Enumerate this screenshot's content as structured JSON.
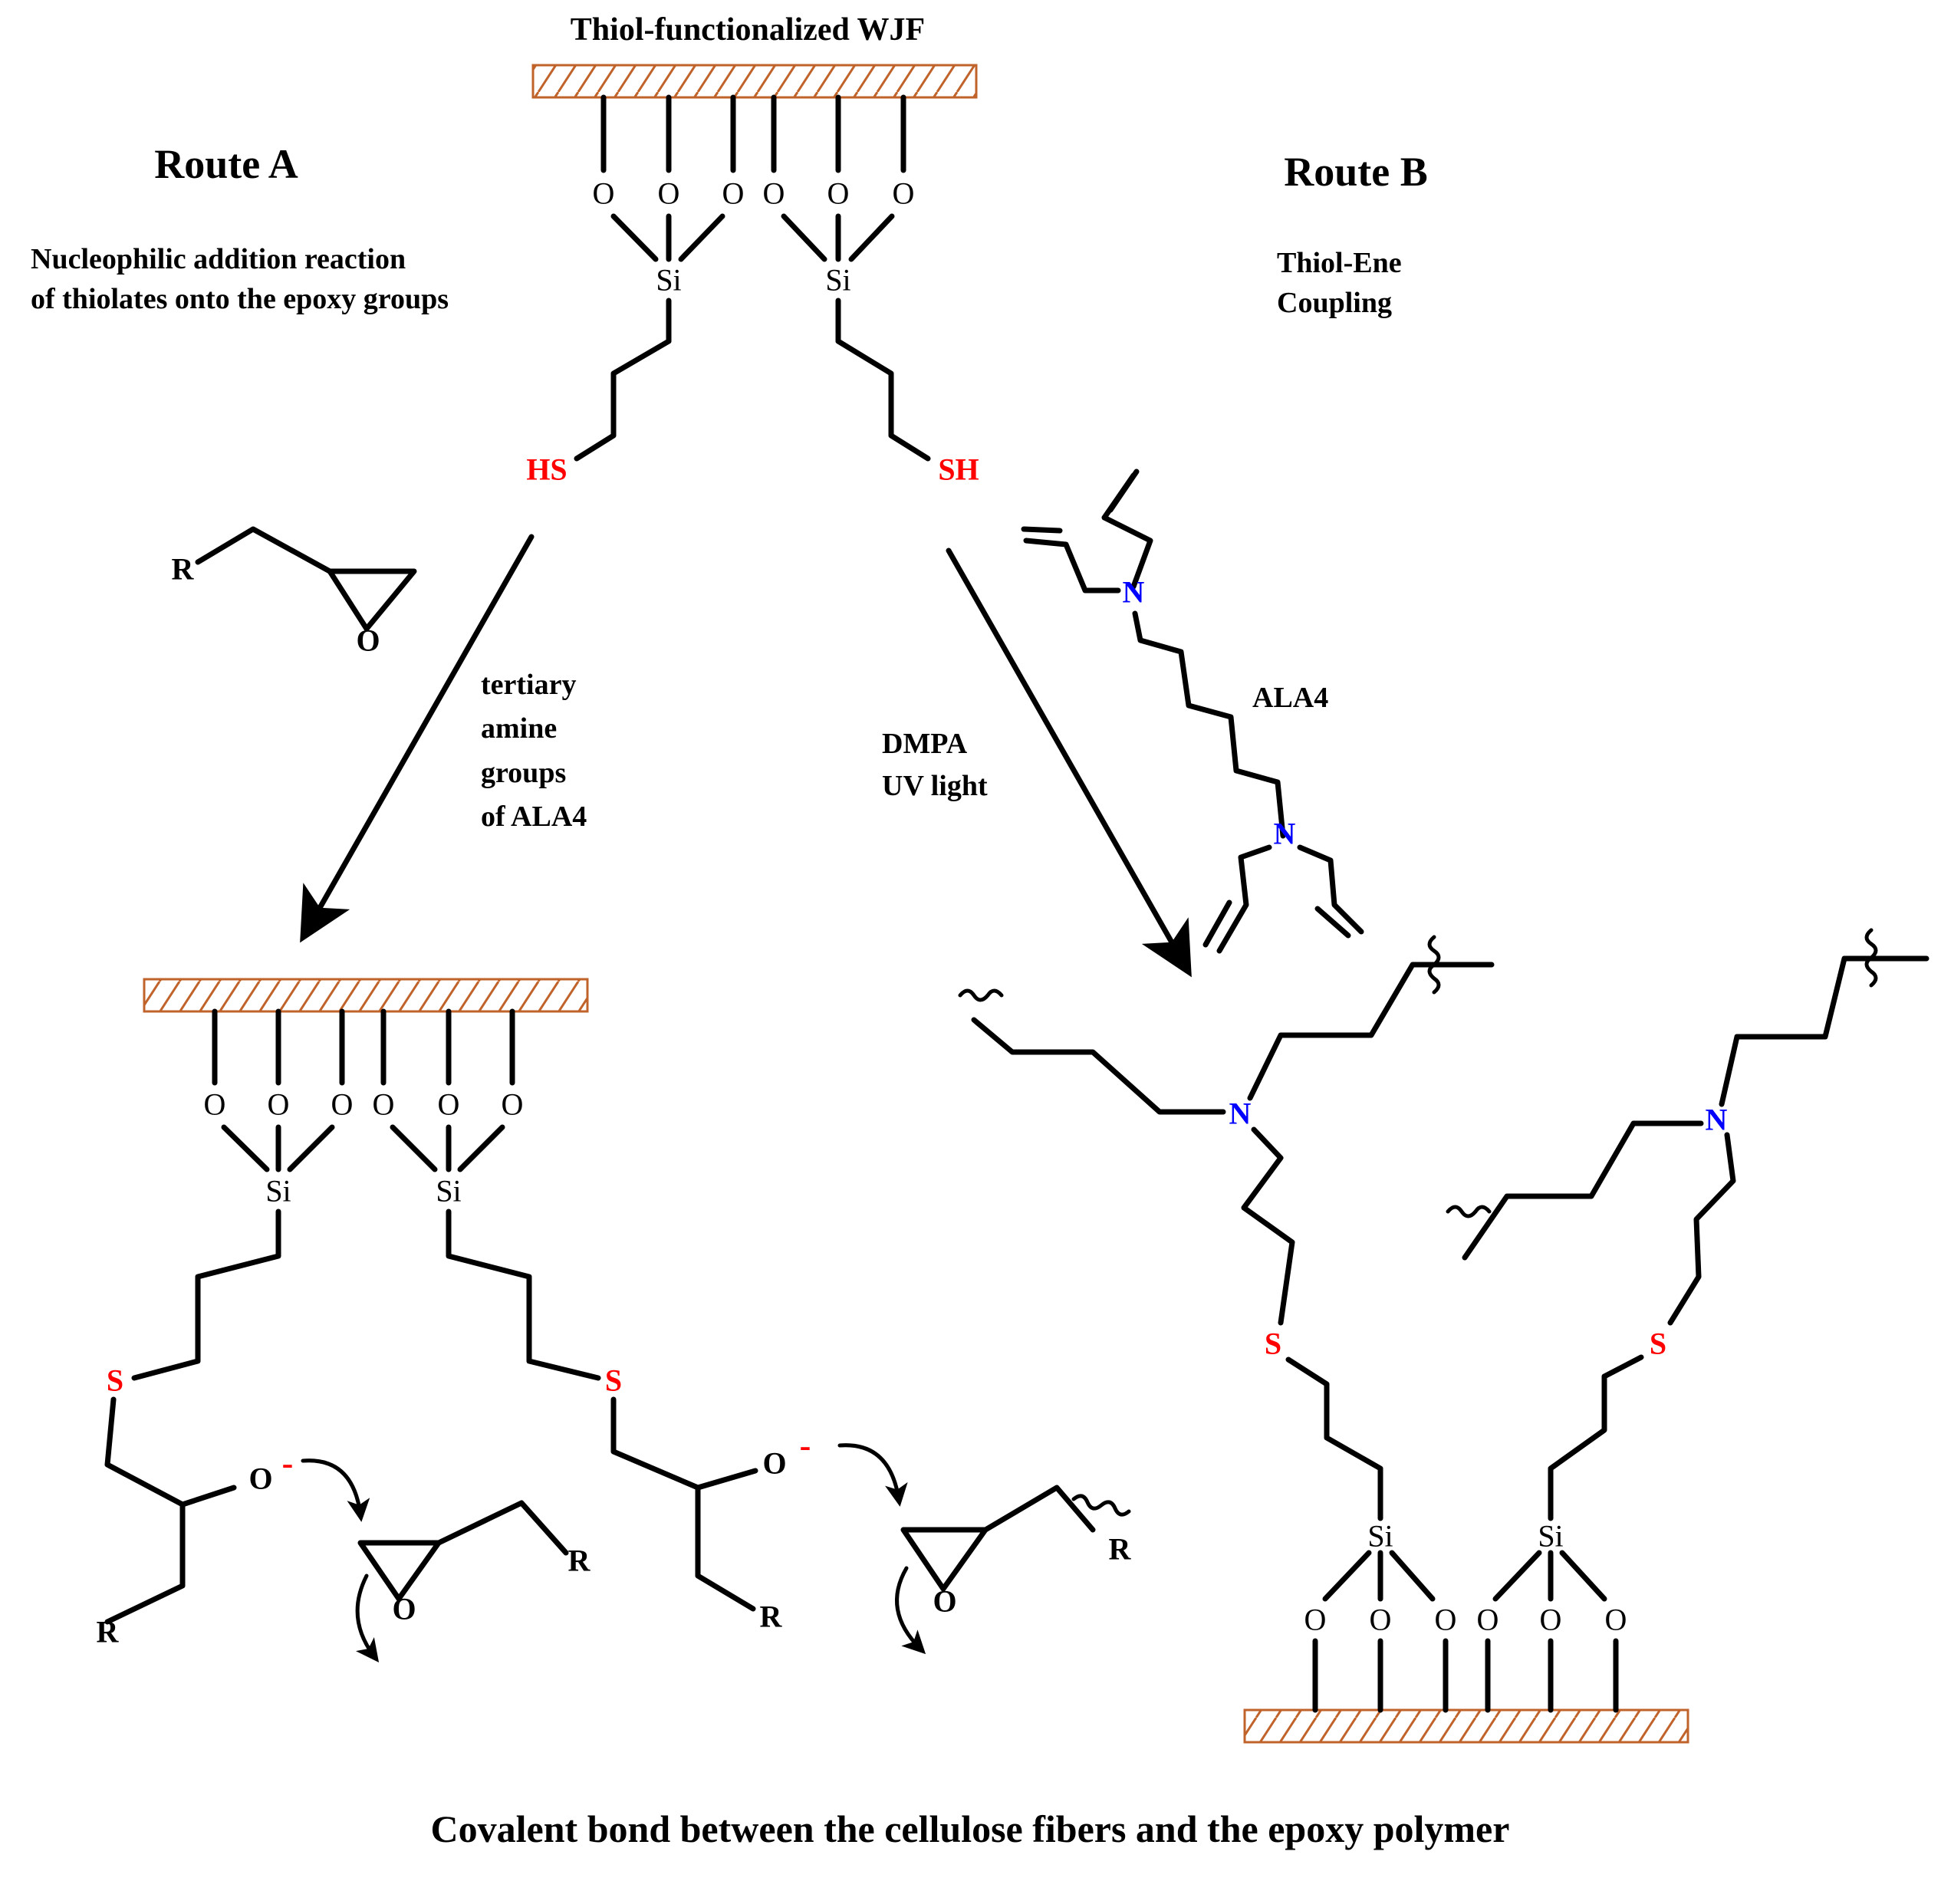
{
  "top": {
    "title": "Thiol-functionalized WJF"
  },
  "route_a": {
    "title": "Route A",
    "description_line1": "Nucleophilic addition reaction",
    "description_line2": "of thiolates onto the epoxy groups",
    "conditions": [
      "tertiary",
      "amine",
      "groups",
      "of ALA4"
    ]
  },
  "route_b": {
    "title": "Route B",
    "description_line1": "Thiol-Ene",
    "description_line2": "Coupling",
    "conditions": [
      "DMPA",
      "UV light"
    ],
    "reagent_label": "ALA4"
  },
  "atoms": {
    "oxygen": "O",
    "silicon": "Si",
    "sulfur": "S",
    "nitrogen": "N",
    "thiol_left": "HS",
    "thiol_right": "SH",
    "r_group": "R",
    "negative_charge": "-"
  },
  "colors": {
    "sulfur": "#ff0000",
    "nitrogen": "#0000ff",
    "surface_stroke": "#c0632a",
    "bond": "#000000"
  },
  "footer": {
    "caption": "Covalent bond between the cellulose fibers and the epoxy polymer"
  }
}
